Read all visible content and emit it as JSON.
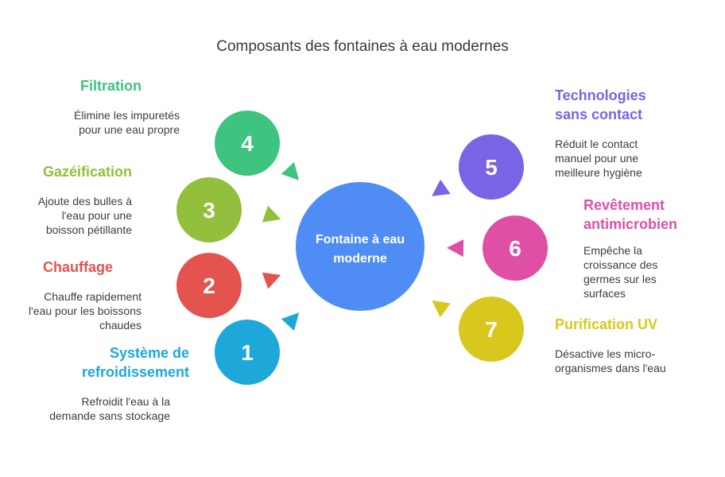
{
  "title": "Composants des fontaines à eau modernes",
  "center": {
    "label": "Fontaine à eau moderne",
    "color": "#4f8df5"
  },
  "components": [
    {
      "number": "1",
      "label": "Système de refroidissement",
      "description": "Refroidit l'eau à la demande sans stockage",
      "color": "#1ea8d9"
    },
    {
      "number": "2",
      "label": "Chauffage",
      "description": "Chauffe rapidement l'eau pour les boissons chaudes",
      "color": "#e5534e"
    },
    {
      "number": "3",
      "label": "Gazéification",
      "description": "Ajoute des bulles à l'eau pour une boisson pétillante",
      "color": "#92bf3c"
    },
    {
      "number": "4",
      "label": "Filtration",
      "description": "Élimine les impuretés pour une eau propre",
      "color": "#3ec47f"
    },
    {
      "number": "5",
      "label": "Technologies sans contact",
      "description": "Réduit le contact manuel pour une meilleure hygiène",
      "color": "#7b63e6"
    },
    {
      "number": "6",
      "label": "Revêtement antimicrobien",
      "description": "Empêche la croissance des germes sur les surfaces",
      "color": "#df4fa6"
    },
    {
      "number": "7",
      "label": "Purification UV",
      "description": "Désactive les micro-organismes dans l'eau",
      "color": "#d8c81e"
    }
  ]
}
